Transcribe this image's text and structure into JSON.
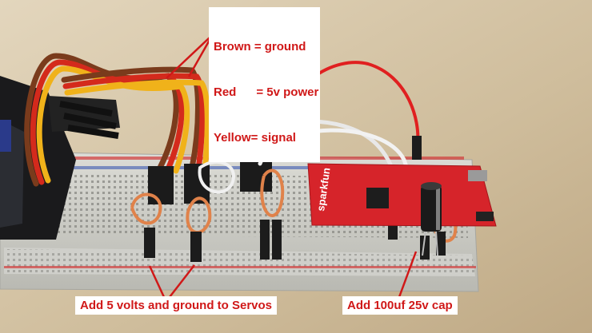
{
  "legend": {
    "brown": "Brown = ground",
    "red": "Red      = 5v power",
    "yellow": "Yellow= signal"
  },
  "captions": {
    "servos": "Add 5 volts and ground to Servos",
    "cap": "Add 100uf 25v cap"
  },
  "board": {
    "brand": "sparkfun"
  },
  "colors": {
    "annotation": "#d01818",
    "label_background": "#ffffff",
    "wire_brown": "#7a3b1c",
    "wire_red": "#d42a1c",
    "wire_yellow": "#f0b21a",
    "board_red": "#d6242a"
  }
}
